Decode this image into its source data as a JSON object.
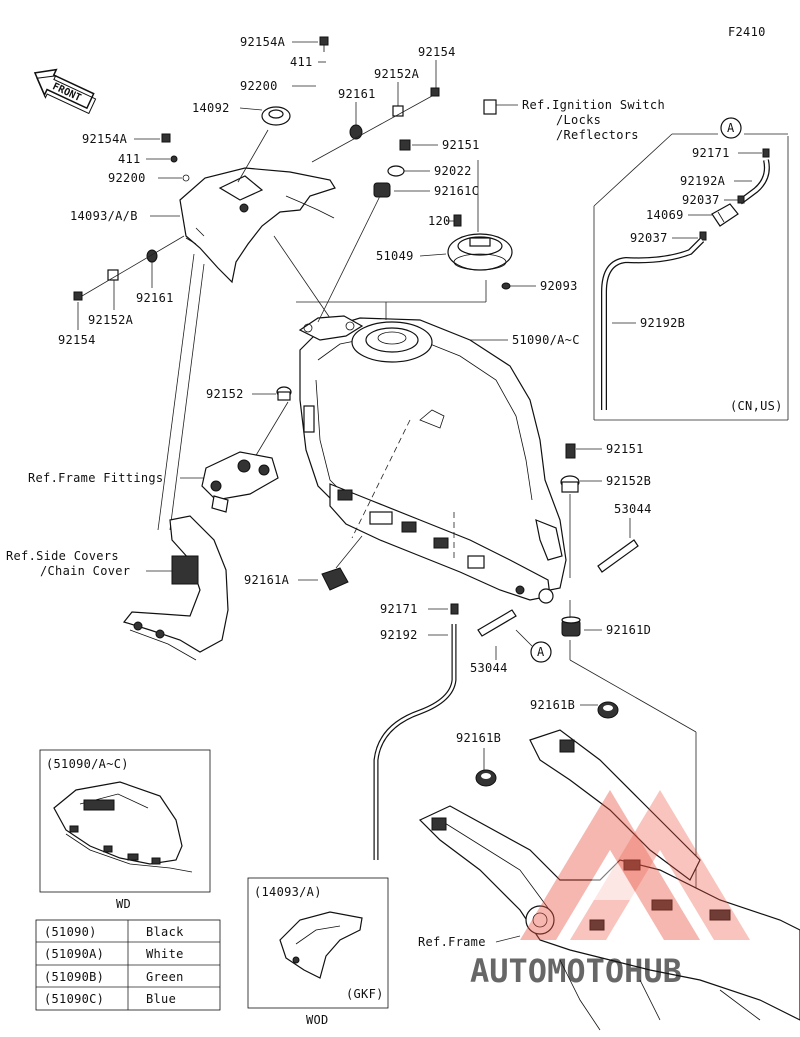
{
  "figure_code": "F2410",
  "front_label": "FRONT",
  "callouts": {
    "c92154A_top": "92154A",
    "c411_top": "411",
    "c92200_top": "92200",
    "c14092": "14092",
    "c92154_top": "92154",
    "c92152A_top": "92152A",
    "c92161_top": "92161",
    "ref_ignition": "Ref.Ignition Switch",
    "ref_locks": "/Locks",
    "ref_reflectors": "/Reflectors",
    "c92151_top": "92151",
    "c92022": "92022",
    "c92161C": "92161C",
    "c120": "120",
    "c51049": "51049",
    "c92093": "92093",
    "c51090": "51090/A~C",
    "c92154A_left": "92154A",
    "c411_left": "411",
    "c92200_left": "92200",
    "c14093": "14093/A/B",
    "c92161_left": "92161",
    "c92152A_left": "92152A",
    "c92154_left": "92154",
    "c92152": "92152",
    "ref_frame_fittings": "Ref.Frame Fittings",
    "ref_side_covers": "Ref.Side Covers",
    "ref_chain_cover": "/Chain Cover",
    "c92161A": "92161A",
    "c92151_right": "92151",
    "c92152B": "92152B",
    "c53044_right": "53044",
    "c92171_mid": "92171",
    "c92192": "92192",
    "c53044_mid": "53044",
    "c92161D": "92161D",
    "c92161B_a": "92161B",
    "c92161B_b": "92161B",
    "ref_frame": "Ref.Frame",
    "circle_a": "A"
  },
  "hose_box": {
    "circle_a": "A",
    "c92171": "92171",
    "c92192A": "92192A",
    "c92037_a": "92037",
    "c14069": "14069",
    "c92037_b": "92037",
    "c92192B": "92192B",
    "region": "(CN,US)"
  },
  "inset_wd": {
    "title": "(51090/A~C)",
    "caption": "WD"
  },
  "inset_wod": {
    "title": "(14093/A)",
    "tag": "(GKF)",
    "caption": "WOD"
  },
  "color_table": [
    {
      "part": "(51090)",
      "color": "Black"
    },
    {
      "part": "(51090A)",
      "color": "White"
    },
    {
      "part": "(51090B)",
      "color": "Green"
    },
    {
      "part": "(51090C)",
      "color": "Blue"
    }
  ],
  "watermark": "AUTOMOTOHUB",
  "watermark_colors": {
    "red": "#e8503c",
    "orange": "#f2a51a",
    "gray": "#8a8a8a"
  }
}
